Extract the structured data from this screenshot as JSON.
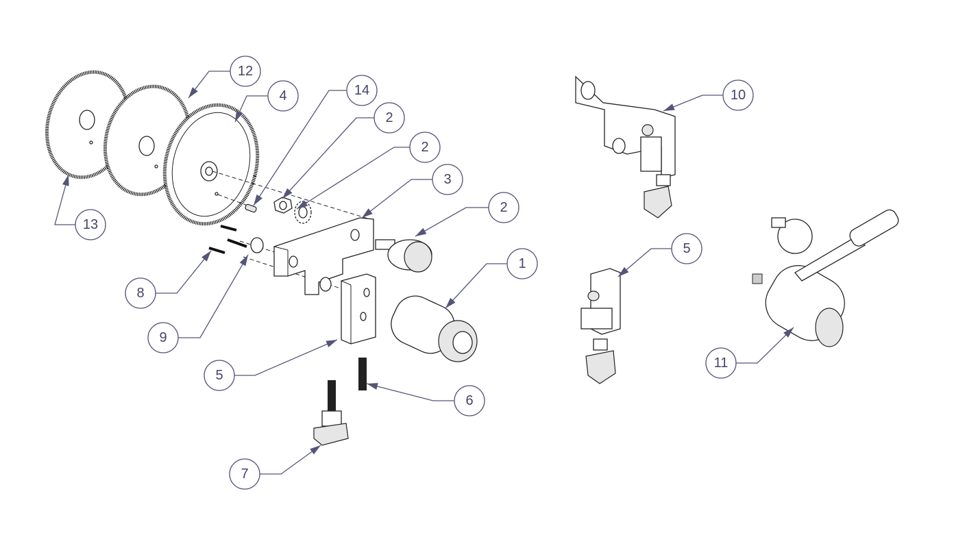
{
  "title": "Exploded assembly drawing",
  "balloons": [
    "12",
    "4",
    "14",
    "2",
    "2",
    "3",
    "2",
    "1",
    "13",
    "8",
    "9",
    "5",
    "6",
    "7",
    "10",
    "5",
    "11"
  ]
}
